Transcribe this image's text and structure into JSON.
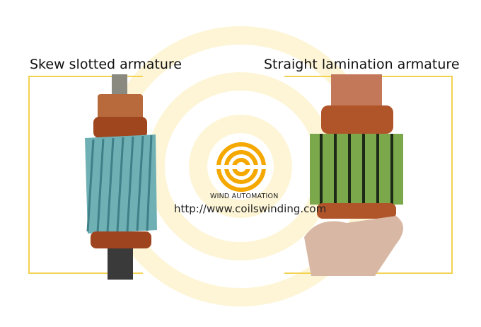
{
  "left_panel": {
    "title": "Skew slotted armature"
  },
  "right_panel": {
    "title": "Straight lamination armature"
  },
  "logo": {
    "brand": "WIND AUTOMATION",
    "url": "http://www.coilswinding.com"
  },
  "colors": {
    "accent": "#f5a800",
    "frame": "#f3d250",
    "watermark": "#fdf6d8"
  }
}
